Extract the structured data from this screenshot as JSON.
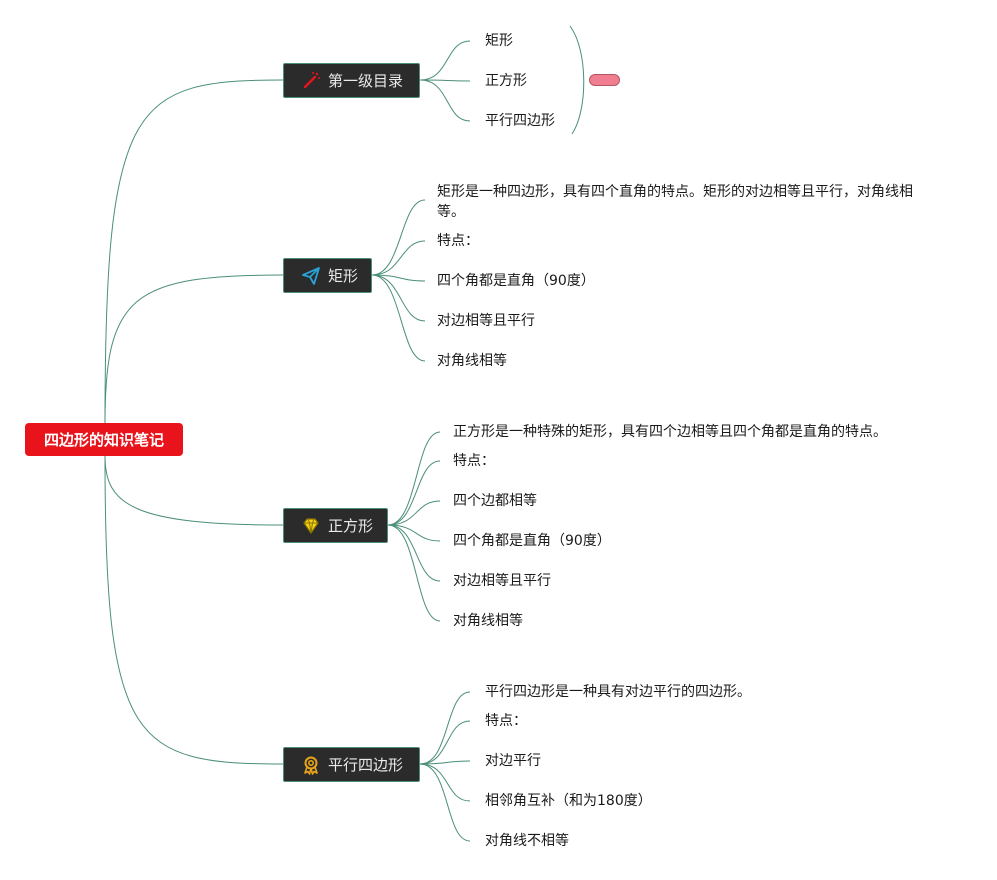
{
  "root": {
    "label": "四边形的知识笔记"
  },
  "branches": [
    {
      "label": "第一级目录",
      "icon": "magic-wand-icon",
      "leaves": [
        "矩形",
        "正方形",
        "平行四边形"
      ]
    },
    {
      "label": "矩形",
      "icon": "paper-plane-icon",
      "leaves": [
        "矩形是一种四边形，具有四个直角的特点。矩形的对边相等且平行，对角线相等。",
        "特点：",
        "四个角都是直角（90度）",
        "对边相等且平行",
        "对角线相等"
      ]
    },
    {
      "label": "正方形",
      "icon": "diamond-icon",
      "leaves": [
        "正方形是一种特殊的矩形，具有四个边相等且四个角都是直角的特点。",
        "特点：",
        "四个边都相等",
        "四个角都是直角（90度）",
        "对边相等且平行",
        "对角线相等"
      ]
    },
    {
      "label": "平行四边形",
      "icon": "award-ribbon-icon",
      "leaves": [
        "平行四边形是一种具有对边平行的四边形。",
        "特点：",
        "对边平行",
        "相邻角互补（和为180度）",
        "对角线不相等"
      ]
    }
  ],
  "colors": {
    "root": "#e8131b",
    "branch": "#2b2b2b",
    "link": "#4a8f76",
    "summary_tag": "#f17d90"
  }
}
